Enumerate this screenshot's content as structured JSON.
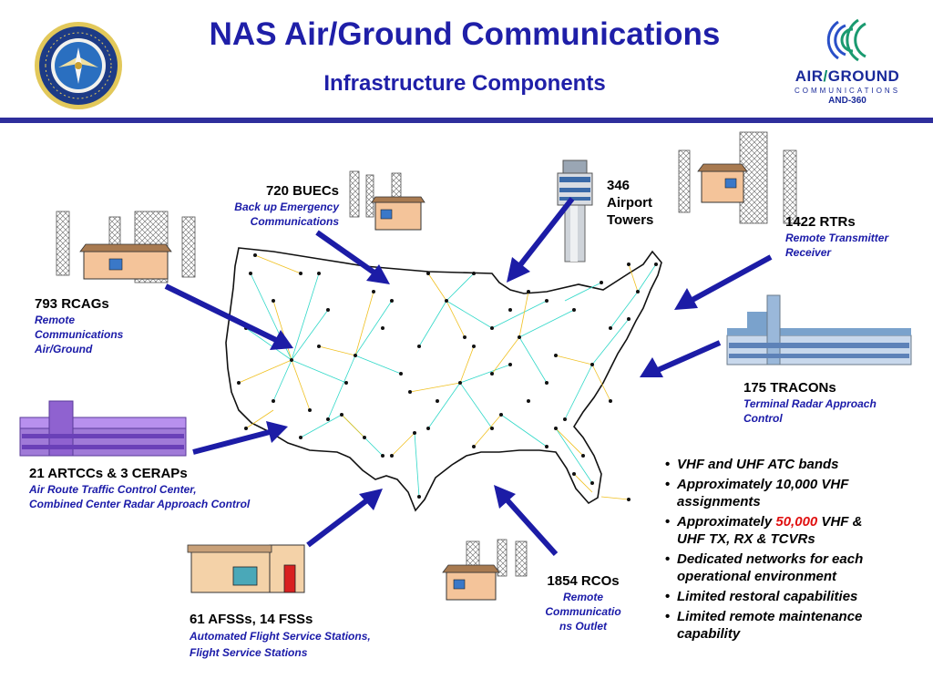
{
  "header": {
    "title": "NAS Air/Ground Communications",
    "subtitle": "Infrastructure Components"
  },
  "logos": {
    "faa_seal_icon": "faa-seal-icon",
    "brand": {
      "line1_a": "AIR",
      "line1_slash": "/",
      "line1_b": "GROUND",
      "line2": "COMMUNICATIONS",
      "line3": "AND-360"
    }
  },
  "components": {
    "buecs": {
      "label": "720 BUECs",
      "desc1": "Back up Emergency",
      "desc2": "Communications"
    },
    "towers": {
      "line1": "346",
      "line2": "Airport",
      "line3": "Towers"
    },
    "rtrs": {
      "label": "1422 RTRs",
      "desc1": "Remote Transmitter",
      "desc2": "Receiver"
    },
    "rcags": {
      "label": "793 RCAGs",
      "desc1": "Remote",
      "desc2": "Communications",
      "desc3": "Air/Ground"
    },
    "tracons": {
      "label": "175 TRACONs",
      "desc1": "Terminal Radar Approach",
      "desc2": "Control"
    },
    "artccs": {
      "label": "21 ARTCCs & 3 CERAPs",
      "desc1": "Air Route Traffic Control Center,",
      "desc2": "Combined Center Radar Approach Control"
    },
    "afss": {
      "label": "61 AFSSs, 14 FSSs",
      "desc1": "Automated Flight Service Stations,",
      "desc2": "Flight Service Stations"
    },
    "rcos": {
      "label": "1854 RCOs",
      "desc1": "Remote",
      "desc2": "Communicatio",
      "desc3": "ns Outlet"
    }
  },
  "bullets": {
    "b1": "VHF and UHF ATC bands",
    "b2a": "Approximately 10,000 VHF",
    "b2b": "assignments",
    "b3a": "Approximately ",
    "b3red": "50,000",
    "b3b": " VHF &",
    "b3c": "UHF TX, RX & TCVRs",
    "b4a": "Dedicated networks for each",
    "b4b": "operational environment",
    "b5": "Limited restoral capabilities",
    "b6a": "Limited remote maintenance",
    "b6b": "capability"
  },
  "colors": {
    "title": "#1f1fa8",
    "rule": "#2e2e9c",
    "arrow": "#1c1ca6",
    "map_link_yellow": "#f0c020",
    "map_link_cyan": "#30d8c8",
    "highlight": "#e01010"
  }
}
